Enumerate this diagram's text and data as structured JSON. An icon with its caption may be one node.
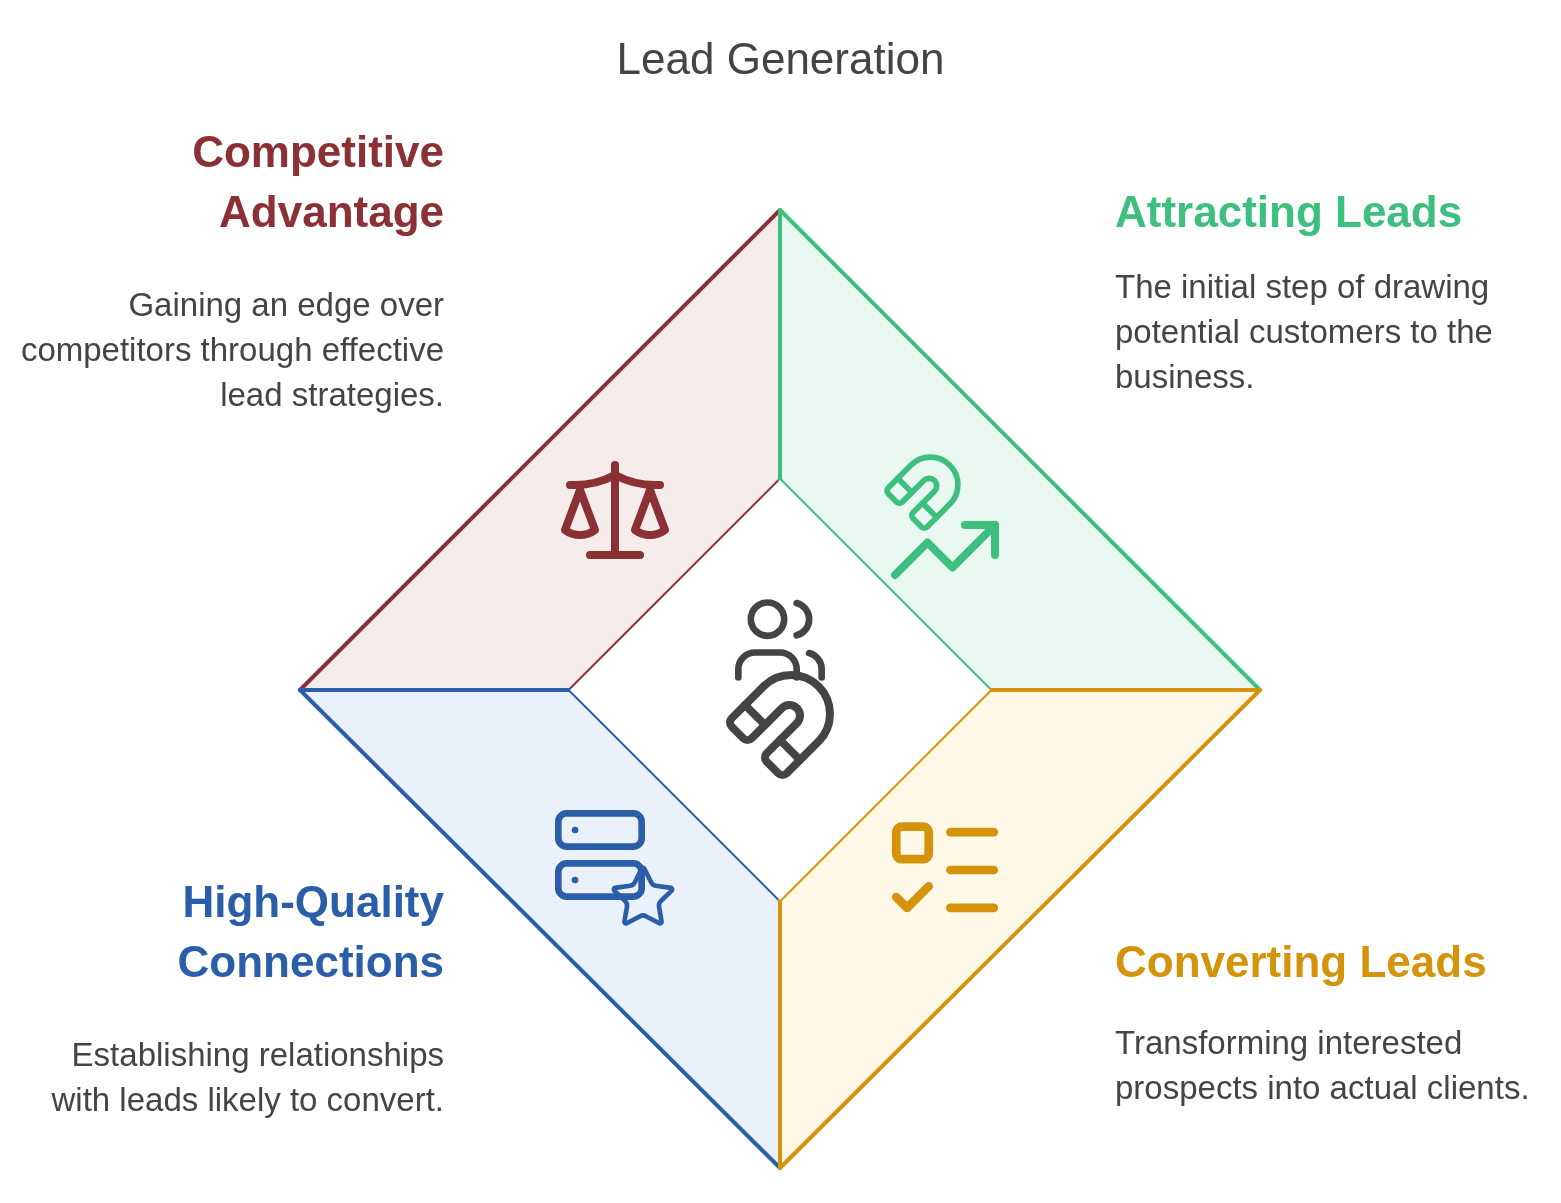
{
  "diagram": {
    "title": "Lead Generation",
    "nodes": [
      {
        "text": [
          "Competitive Advantage",
          "Gaining an edge over competitors through effective lead strategies."
        ]
      },
      {
        "text": [
          "Attracting Leads",
          "The initial step of drawing potential customers to the business."
        ]
      },
      {
        "text": [
          "High-Quality Connections",
          "Establishing relationships with leads likely to convert."
        ]
      },
      {
        "text": [
          "Converting Leads",
          "Transforming interested prospects into actual clients."
        ]
      }
    ]
  }
}
